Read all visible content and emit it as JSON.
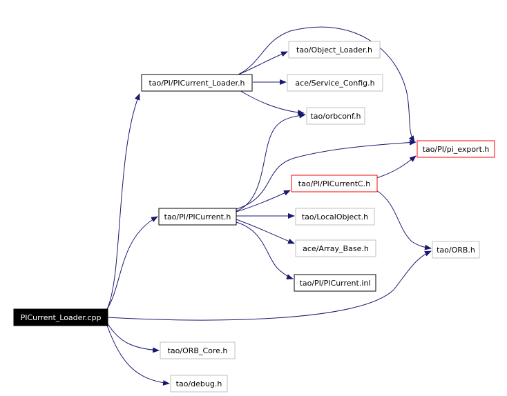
{
  "colors": {
    "edge": "#191970",
    "root_fill": "#000000",
    "root_text": "#ffffff",
    "documented_border": "#000000",
    "undocumented_border": "#bfbfbf",
    "truncated_border": "#ff0000",
    "node_fill": "#ffffff",
    "node_text": "#000000"
  },
  "nodes": [
    {
      "id": "n_root",
      "label": "PICurrent_Loader.cpp",
      "style": "root"
    },
    {
      "id": "n_loader_h",
      "label": "tao/PI/PICurrent_Loader.h",
      "style": "documented"
    },
    {
      "id": "n_object_loader",
      "label": "tao/Object_Loader.h",
      "style": "undocumented"
    },
    {
      "id": "n_service_config",
      "label": "ace/Service_Config.h",
      "style": "undocumented"
    },
    {
      "id": "n_orbconf",
      "label": "tao/orbconf.h",
      "style": "undocumented"
    },
    {
      "id": "n_pi_export",
      "label": "tao/PI/pi_export.h",
      "style": "truncated"
    },
    {
      "id": "n_picurrentc",
      "label": "tao/PI/PICurrentC.h",
      "style": "truncated"
    },
    {
      "id": "n_picurrent_h",
      "label": "tao/PI/PICurrent.h",
      "style": "documented"
    },
    {
      "id": "n_localobject",
      "label": "tao/LocalObject.h",
      "style": "undocumented"
    },
    {
      "id": "n_orb",
      "label": "tao/ORB.h",
      "style": "undocumented"
    },
    {
      "id": "n_array_base",
      "label": "ace/Array_Base.h",
      "style": "undocumented"
    },
    {
      "id": "n_picurrent_inl",
      "label": "tao/PI/PICurrent.inl",
      "style": "documented"
    },
    {
      "id": "n_orb_core",
      "label": "tao/ORB_Core.h",
      "style": "undocumented"
    },
    {
      "id": "n_debug",
      "label": "tao/debug.h",
      "style": "undocumented"
    }
  ]
}
